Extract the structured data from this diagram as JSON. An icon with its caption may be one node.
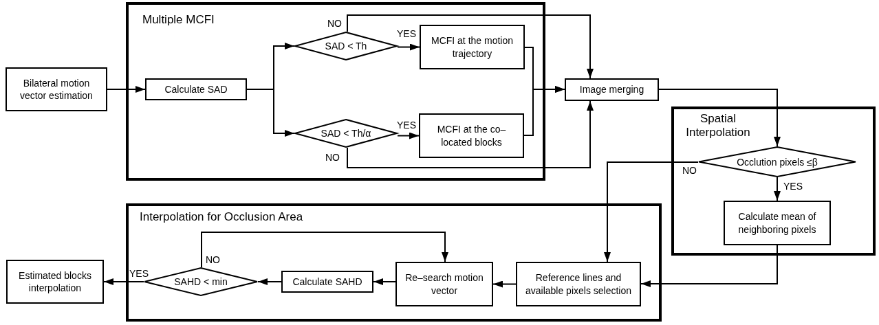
{
  "diagram": {
    "nodes": [
      {
        "text": [
          "Multiple MCFI"
        ]
      },
      {
        "text": [
          "Bilateral motion vector estimation"
        ]
      },
      {
        "text": [
          "Calculate SAD"
        ],
        "in": 0
      },
      {
        "text": [
          "SAD < Th"
        ],
        "in": 0
      },
      {
        "text": [
          "SAD < Th/α"
        ],
        "in": 0
      },
      {
        "text": [
          "MCFI at the motion trajectory"
        ],
        "in": 0
      },
      {
        "text": [
          "MCFI at the co–located blocks"
        ],
        "in": 0
      },
      {
        "text": [
          "Image merging"
        ]
      },
      {
        "text": [
          "Spatial Interpolation"
        ]
      },
      {
        "text": [
          "Occlution pixels ≤β"
        ],
        "in": 8
      },
      {
        "text": [
          "Calculate mean of neighboring pixels"
        ],
        "in": 8
      },
      {
        "text": [
          "Interpolation for Occlusion Area"
        ]
      },
      {
        "text": [
          "Reference lines and available pixels selection"
        ],
        "in": 11
      },
      {
        "text": [
          "Re–search motion vector"
        ],
        "in": 11
      },
      {
        "text": [
          "Calculate SAHD"
        ],
        "in": 11
      },
      {
        "text": [
          "SAHD < min"
        ],
        "in": 11
      },
      {
        "text": [
          "Estimated blocks interpolation"
        ]
      }
    ],
    "edges": [
      {
        "from": 1,
        "to": 2,
        "arrow": "to"
      },
      {
        "from": 2,
        "to": 3,
        "arrow": "to"
      },
      {
        "from": 2,
        "to": 4,
        "arrow": "to"
      },
      {
        "from": 3,
        "to": 5,
        "arrow": "to",
        "label": "YES"
      },
      {
        "from": 4,
        "to": 6,
        "arrow": "to",
        "label": "YES"
      },
      {
        "from": 3,
        "to": 7,
        "arrow": "to",
        "label": "NO"
      },
      {
        "from": 4,
        "to": 7,
        "arrow": "to",
        "label": "NO"
      },
      {
        "from": 5,
        "to": 7,
        "arrow": "to"
      },
      {
        "from": 6,
        "to": 7,
        "arrow": "to"
      },
      {
        "from": 7,
        "to": 9,
        "arrow": "to"
      },
      {
        "from": 9,
        "to": 10,
        "arrow": "to",
        "label": "YES"
      },
      {
        "from": 9,
        "to": 12,
        "arrow": "to",
        "label": "NO"
      },
      {
        "from": 10,
        "to": 12,
        "arrow": "to"
      },
      {
        "from": 12,
        "to": 13,
        "arrow": "to"
      },
      {
        "from": 13,
        "to": 14,
        "arrow": "to"
      },
      {
        "from": 14,
        "to": 15,
        "arrow": "to"
      },
      {
        "from": 15,
        "to": 16,
        "arrow": "to",
        "label": "YES"
      },
      {
        "from": 15,
        "to": 13,
        "arrow": "to",
        "label": "NO"
      }
    ]
  }
}
